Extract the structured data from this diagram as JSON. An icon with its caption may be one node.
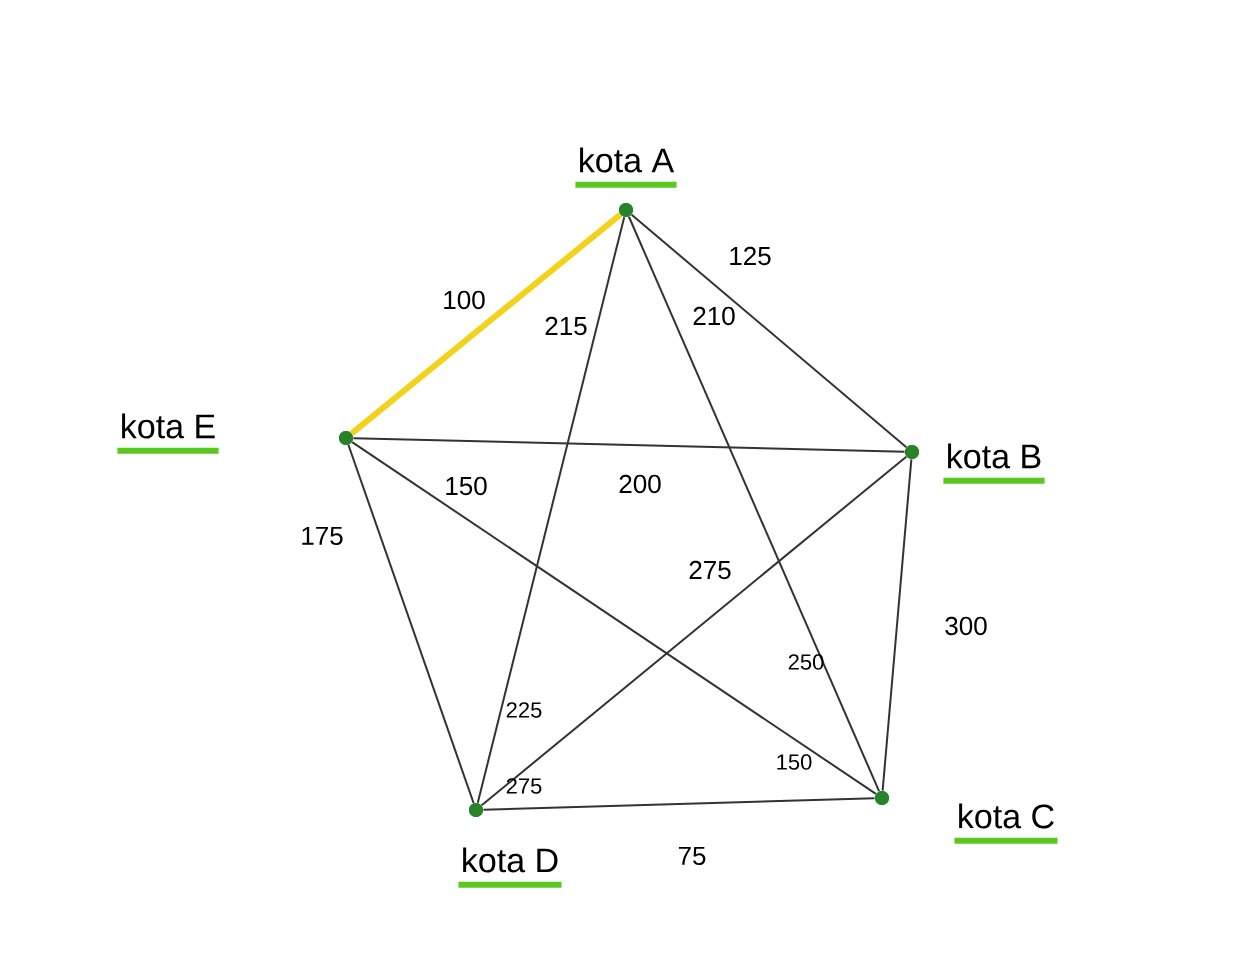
{
  "diagram": {
    "nodes": [
      {
        "text": [
          "kota A"
        ]
      },
      {
        "text": [
          "kota B"
        ]
      },
      {
        "text": [
          "kota C"
        ]
      },
      {
        "text": [
          "kota D"
        ]
      },
      {
        "text": [
          "kota E"
        ]
      }
    ],
    "edges": [
      {
        "from": 0,
        "to": 4,
        "arrow": "none",
        "label": "100",
        "style": "thick",
        "color": "#f2d21b"
      },
      {
        "from": 0,
        "to": 1,
        "arrow": "none",
        "label": "125"
      },
      {
        "from": 0,
        "to": 3,
        "arrow": "none",
        "label": "215"
      },
      {
        "from": 0,
        "to": 2,
        "arrow": "none",
        "label": "210"
      },
      {
        "from": 4,
        "to": 1,
        "arrow": "none",
        "label": "200"
      },
      {
        "from": 4,
        "to": 2,
        "arrow": "none",
        "label": "150"
      },
      {
        "from": 4,
        "to": 3,
        "arrow": "none",
        "label": "175"
      },
      {
        "from": 1,
        "to": 3,
        "arrow": "none",
        "label": "275"
      },
      {
        "from": 1,
        "to": 2,
        "arrow": "none",
        "label": "300"
      },
      {
        "from": 2,
        "to": 3,
        "arrow": "none",
        "label": "75"
      }
    ],
    "labels": [
      "275",
      "225",
      "250",
      "150"
    ]
  }
}
